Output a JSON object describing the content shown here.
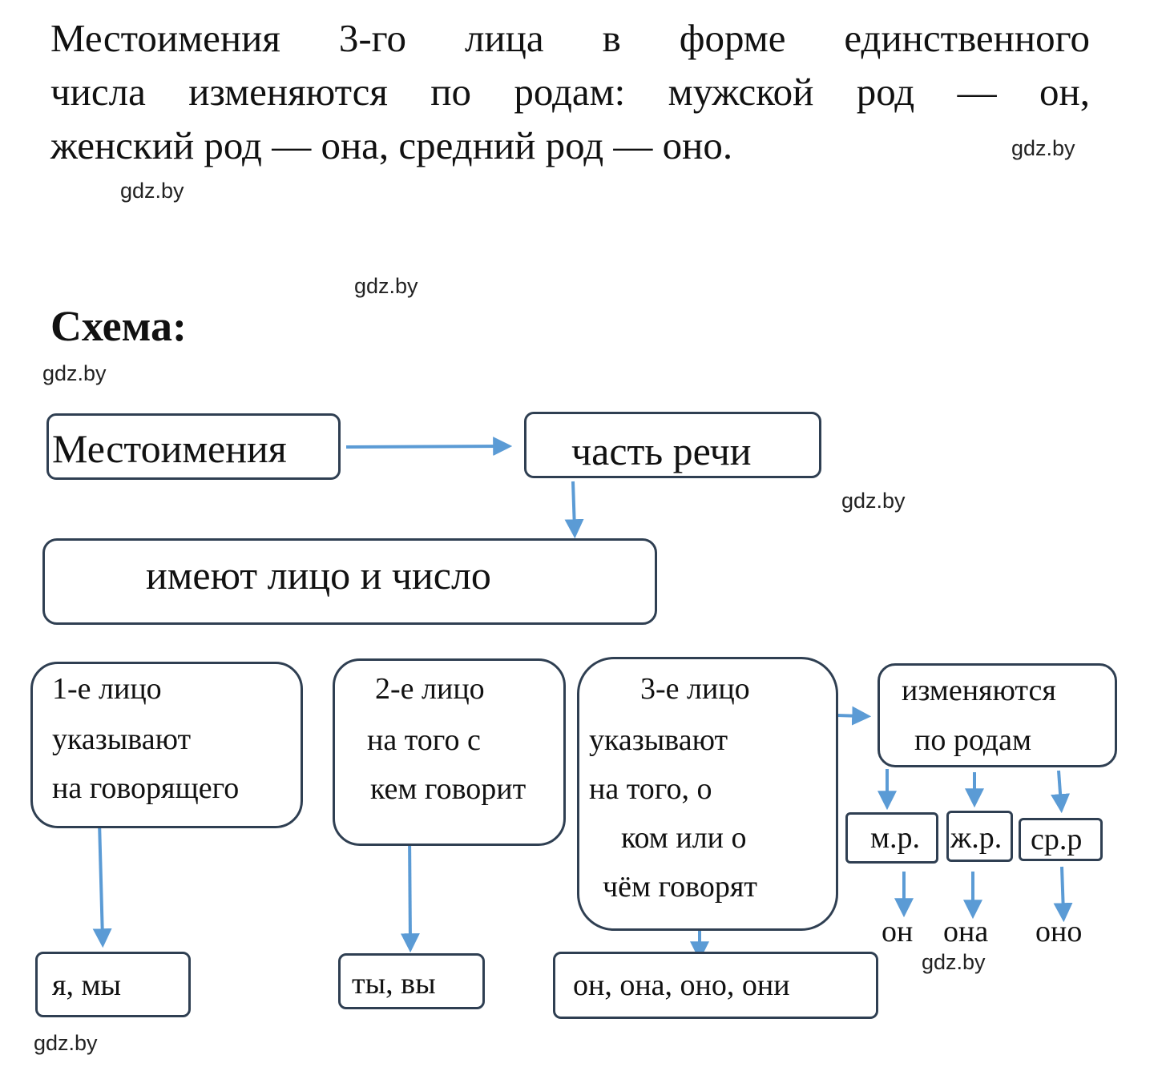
{
  "paragraph": {
    "lines": [
      "Местоимения 3-го лица в форме единственного",
      "числа изменяются по родам: мужской род — он,",
      "женский род — она, средний род — оно."
    ]
  },
  "heading": "Схема:",
  "watermark": "gdz.by",
  "diagram": {
    "pronouns_box": "Местоимения",
    "part_of_speech_box": "часть речи",
    "person_number_box": "имеют лицо и число",
    "first_person": {
      "lines": [
        "1-е лицо",
        "указывают",
        "на говорящего"
      ],
      "examples": "я, мы"
    },
    "second_person": {
      "lines": [
        "2-е лицо",
        "на того с",
        "кем говорит"
      ],
      "examples": "ты, вы"
    },
    "third_person": {
      "lines": [
        "3-е лицо",
        "указывают",
        "на того, о",
        "ком или о",
        "чём говорят"
      ],
      "examples": "он, она, оно, они"
    },
    "gender_box": {
      "lines": [
        "изменяются",
        "по родам"
      ]
    },
    "genders": [
      {
        "label": "м.р.",
        "pronoun": "он"
      },
      {
        "label": "ж.р.",
        "pronoun": "она"
      },
      {
        "label": "ср.р",
        "pronoun": "оно"
      }
    ]
  },
  "colors": {
    "arrow": "#5b9bd5",
    "box_border": "#2f3f52",
    "text": "#111111"
  }
}
